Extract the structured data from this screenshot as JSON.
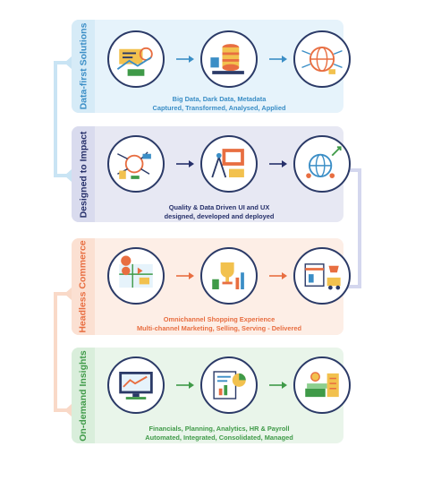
{
  "panels": [
    {
      "title": "Data-first Solutions",
      "accent": "#3b8ec6",
      "caption_line1": "Big Data, Dark Data, Metadata",
      "caption_line2": "Captured, Transformed, Analysed, Applied",
      "icons": [
        "data-capture-icon",
        "database-stack-icon",
        "globe-network-icon"
      ]
    },
    {
      "title": "Designed to Impact",
      "accent": "#26306a",
      "caption_line1": "Quality & Data Driven UI and UX",
      "caption_line2": "designed, developed and deployed",
      "icons": [
        "design-mindmap-icon",
        "ui-prototype-icon",
        "globe-rocket-icon"
      ]
    },
    {
      "title": "Headless Commerce",
      "accent": "#e86e41",
      "caption_line1": "Omnichannel Shopping Experience",
      "caption_line2": "Multi-channel Marketing, Selling, Serving - Delivered",
      "icons": [
        "commerce-map-icon",
        "trophy-analytics-icon",
        "delivery-store-icon"
      ]
    },
    {
      "title": "On-demand Insights",
      "accent": "#3f9a48",
      "caption_line1": "Financials, Planning, Analytics, HR & Payroll",
      "caption_line2": "Automated, Integrated, Consolidated, Managed",
      "icons": [
        "dashboard-screen-icon",
        "report-charts-icon",
        "money-stack-icon"
      ]
    }
  ],
  "colors": {
    "circle_border": "#2b3a67",
    "connector_blue": "#c9e4f4",
    "connector_lavender": "#d4d7ee",
    "connector_peach": "#f9d9c8"
  }
}
